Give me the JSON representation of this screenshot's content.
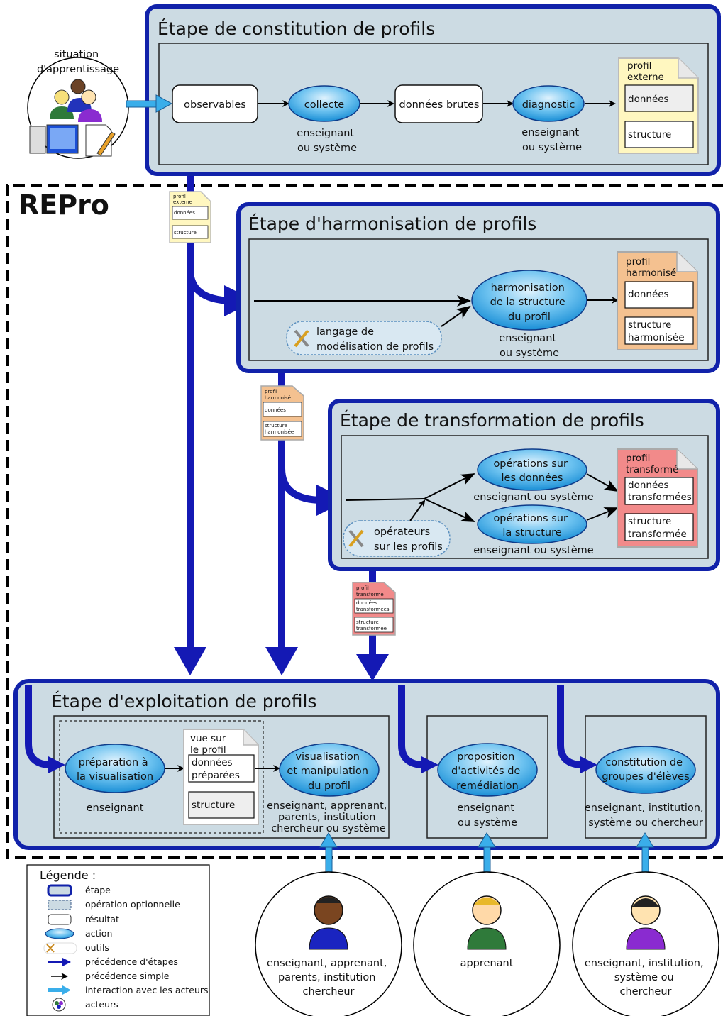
{
  "colors": {
    "stage_border": "#1122aa",
    "stage_fill": "#ccdbe3",
    "flow_arrow": "#1419b4",
    "action_fill": "#3aa8e6",
    "doc_external": "#fff7c0",
    "doc_harmonized": "#f4c190",
    "doc_transformed": "#f28a8a",
    "interaction": "#3aaeea"
  },
  "repro_label": "REPro",
  "stages": {
    "constitution": {
      "title": "Étape de constitution de profils",
      "situation": [
        "situation",
        "d'apprentissage"
      ],
      "observables": "observables",
      "collecte": "collecte",
      "collecte_actor": [
        "enseignant",
        "ou système"
      ],
      "donnees_brutes": "données brutes",
      "diagnostic": "diagnostic",
      "diagnostic_actor": [
        "enseignant",
        "ou système"
      ],
      "doc": {
        "title": [
          "profil",
          "externe"
        ],
        "sections": [
          "données",
          "structure"
        ]
      }
    },
    "harmonisation": {
      "title": "Étape d'harmonisation de profils",
      "tool": [
        "langage de",
        "modélisation de profils"
      ],
      "action": [
        "harmonisation",
        "de la structure",
        "du profil"
      ],
      "actor": [
        "enseignant",
        "ou système"
      ],
      "doc": {
        "title": [
          "profil",
          "harmonisé"
        ],
        "sections": [
          "données",
          "structure",
          "harmonisée"
        ]
      }
    },
    "transformation": {
      "title": "Étape de transformation de profils",
      "tool": [
        "opérateurs",
        "sur les profils"
      ],
      "action1": [
        "opérations sur",
        "les données"
      ],
      "action1_actor": "enseignant ou système",
      "action2": [
        "opérations sur",
        "la structure"
      ],
      "action2_actor": "enseignant ou système",
      "doc": {
        "title": [
          "profil",
          "transformé"
        ],
        "sections": [
          "données",
          "transformées",
          "structure",
          "transformée"
        ]
      }
    },
    "exploitation": {
      "title": "Étape d'exploitation de profils",
      "prep": [
        "préparation à",
        "la visualisation"
      ],
      "prep_actor": "enseignant",
      "view_doc": {
        "title": [
          "vue sur",
          "le profil"
        ],
        "sections": [
          "données",
          "préparées",
          "structure"
        ]
      },
      "visu": [
        "visualisation",
        "et manipulation",
        "du profil"
      ],
      "visu_actor": [
        "enseignant, apprenant,",
        "parents, institution",
        "chercheur ou système"
      ],
      "remed": [
        "proposition",
        "d'activités de",
        "remédiation"
      ],
      "remed_actor": [
        "enseignant",
        "ou système"
      ],
      "groupes": [
        "constitution de",
        "groupes d'élèves"
      ],
      "groupes_actor": [
        "enseignant, institution,",
        "système ou chercheur"
      ]
    }
  },
  "flow_docs": {
    "externe": {
      "title": [
        "profil",
        "externe"
      ],
      "sections": [
        "données",
        "structure"
      ]
    },
    "harmonise": {
      "title": [
        "profil",
        "harmonisé"
      ],
      "sections": [
        "données",
        "structure",
        "harmonisée"
      ]
    },
    "transforme": {
      "title": [
        "profil",
        "transformé"
      ],
      "sections": [
        "données",
        "transformées",
        "structure",
        "transformée"
      ]
    }
  },
  "actors": {
    "a1": [
      "enseignant, apprenant,",
      "parents, institution",
      "chercheur"
    ],
    "a2": [
      "apprenant"
    ],
    "a3": [
      "enseignant, institution,",
      "système ou",
      "chercheur"
    ]
  },
  "legend": {
    "title": "Légende :",
    "items": [
      "étape",
      "opération optionnelle",
      "résultat",
      "action",
      "outils",
      "précédence d'étapes",
      "précédence simple",
      "interaction avec les acteurs",
      "acteurs"
    ]
  }
}
